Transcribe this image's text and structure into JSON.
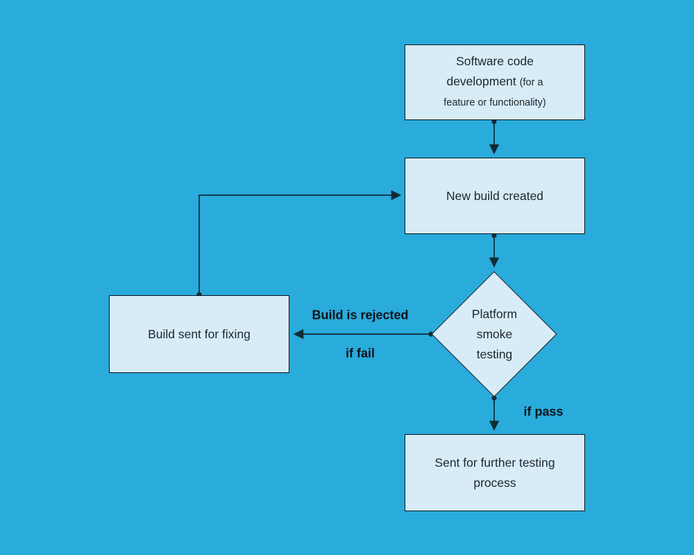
{
  "colors": {
    "background": "#29ABDB",
    "node_fill": "#D7ECF6",
    "node_border": "#0B1116",
    "connector": "#102C36",
    "node_text": "#1E262C",
    "label_text": "#0D1318"
  },
  "nodes": {
    "software_dev": {
      "line1": "Software code",
      "line2_main": "development",
      "line2_small": "(for a",
      "line3_small": "feature or functionality)"
    },
    "new_build": {
      "label": "New build created"
    },
    "smoke_testing": {
      "label": "Platform smoke testing"
    },
    "build_fixing": {
      "label": "Build sent for fixing"
    },
    "further_testing": {
      "label": "Sent for further testing process"
    }
  },
  "edge_labels": {
    "rejected": "Build is rejected",
    "if_fail": "if fail",
    "if_pass": "if pass"
  }
}
